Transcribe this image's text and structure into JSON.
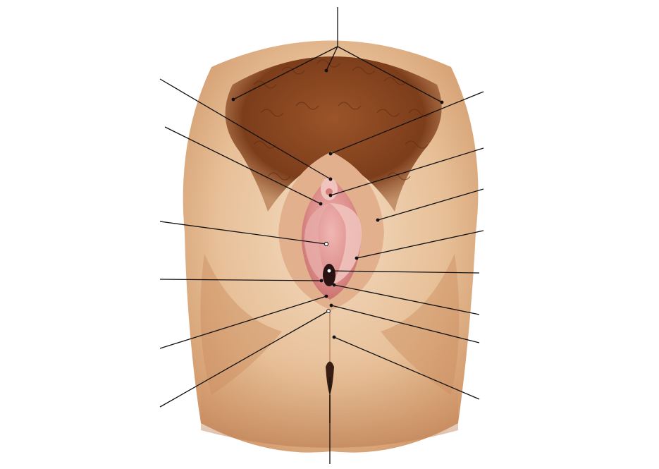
{
  "diagram": {
    "title": "",
    "labels": [],
    "colors": {
      "skin_light": "#f1d6b8",
      "skin_mid": "#dca779",
      "skin_shadow": "#b97a4e",
      "hair": "#8a4a22",
      "hair_dark": "#5e2c12",
      "mucosa": "#e8a3a0",
      "mucosa_dark": "#c86b6b",
      "leader_line": "#111111"
    },
    "leader_lines": [
      {
        "name": "leader-top-vertical"
      },
      {
        "name": "leader-top-left-branch"
      },
      {
        "name": "leader-top-middle-branch"
      },
      {
        "name": "leader-top-right-branch"
      },
      {
        "name": "leader-left-1"
      },
      {
        "name": "leader-left-2"
      },
      {
        "name": "leader-left-3"
      },
      {
        "name": "leader-left-4"
      },
      {
        "name": "leader-left-5"
      },
      {
        "name": "leader-left-6"
      },
      {
        "name": "leader-right-1"
      },
      {
        "name": "leader-right-2"
      },
      {
        "name": "leader-right-3"
      },
      {
        "name": "leader-right-4"
      },
      {
        "name": "leader-right-5"
      },
      {
        "name": "leader-right-6"
      },
      {
        "name": "leader-right-7"
      },
      {
        "name": "leader-right-8"
      },
      {
        "name": "leader-bottom-vertical"
      }
    ]
  }
}
